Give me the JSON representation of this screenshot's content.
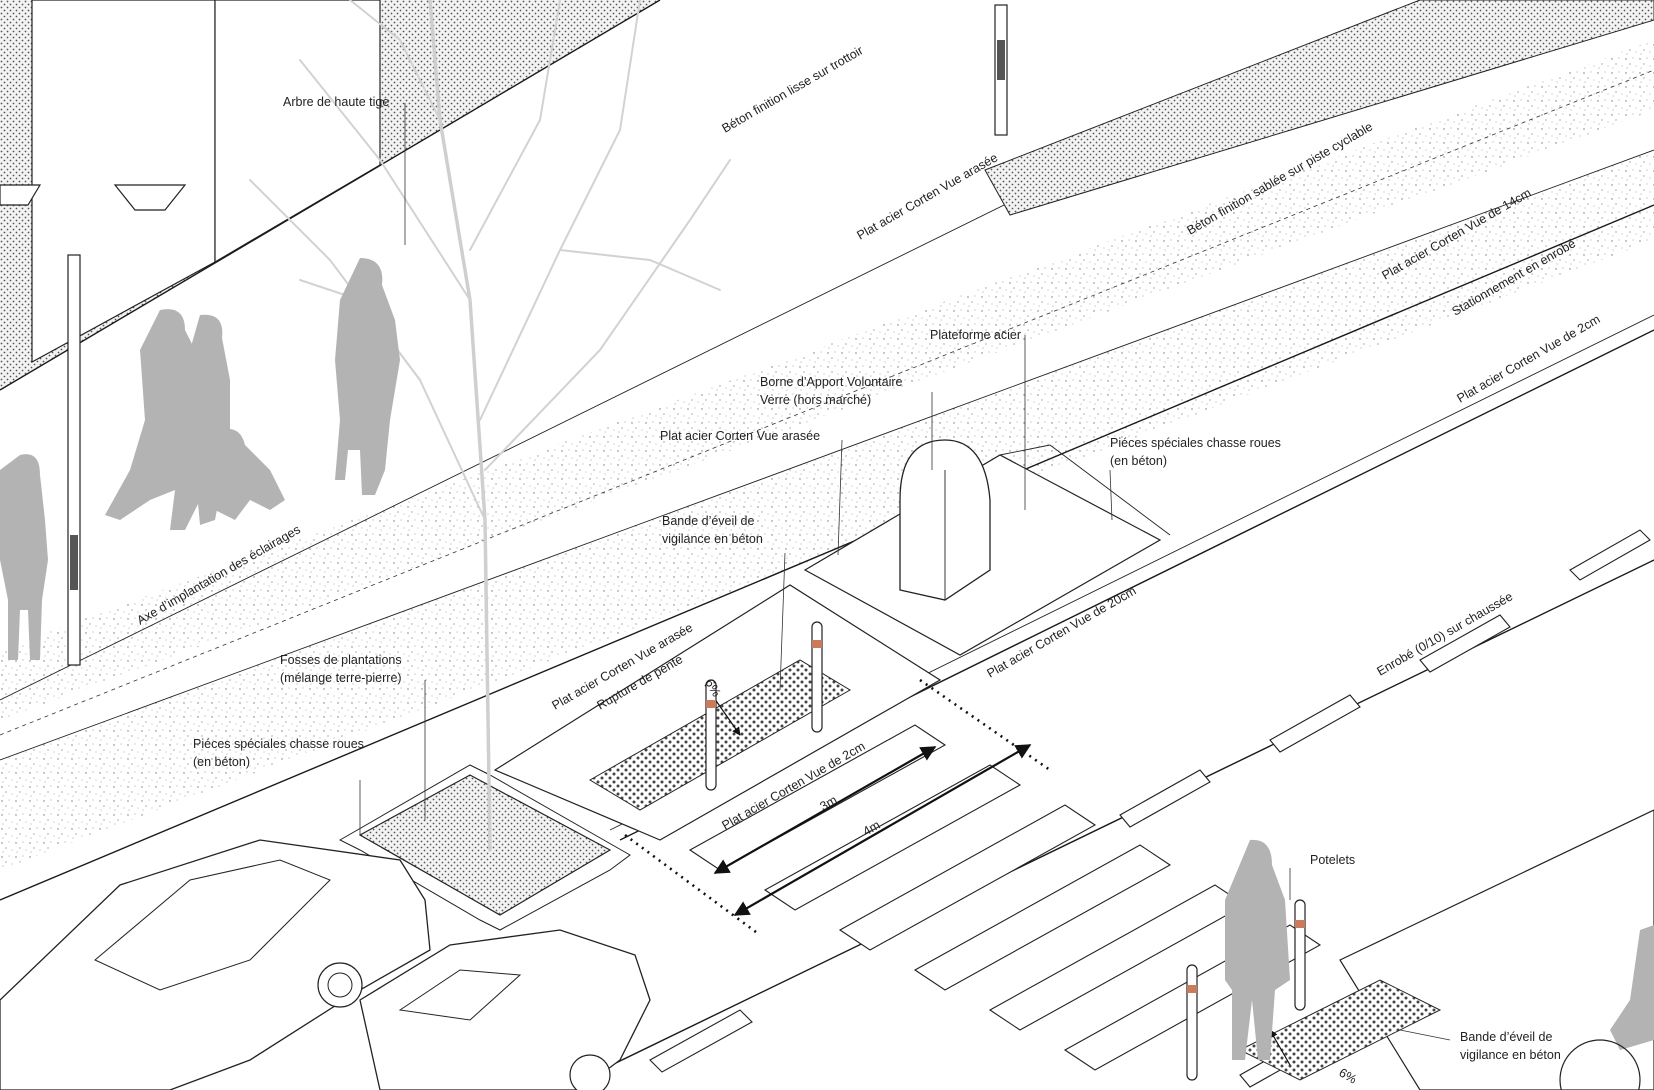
{
  "labels": {
    "arbre": "Arbre de haute tige",
    "beton_trottoir": "Béton finition lisse sur trottoir",
    "plat_arasee_top": "Plat acier Corten Vue arasée",
    "beton_piste": "Béton finition sablée sur piste cyclable",
    "plat_14": "Plat acier Corten Vue de 14cm",
    "stationnement": "Stationnement en enrobé",
    "plat_2_right": "Plat acier Corten Vue de 2cm",
    "plateforme": "Plateforme acier",
    "borne_1": "Borne d’Apport Volontaire",
    "borne_2": "Verre (hors marché)",
    "plat_arasee_mid": "Plat acier Corten Vue arasée",
    "pieces_right_1": "Piéces spéciales chasse roues",
    "pieces_right_2": "(en béton)",
    "bande_mid_1": "Bande d’éveil de",
    "bande_mid_2": "vigilance en béton",
    "axe": "Axe d’implantation des éclairages",
    "plat_20": "Plat acier Corten Vue de 20cm",
    "enrobe": "Enrobé (0/10) sur chaussée",
    "fosses_1": "Fosses de plantations",
    "fosses_2": "(mélange terre-pierre)",
    "plat_arasee_low": "Plat acier Corten Vue arasée",
    "rupture": "Rupture de pente",
    "pct_mid": "6%",
    "pieces_left_1": "Piéces spéciales chasse roues",
    "pieces_left_2": "(en béton)",
    "plat_2_mid": "Plat acier Corten Vue de 2cm",
    "dim_3m": "3m",
    "dim_4m": "4m",
    "potelets": "Potelets",
    "bande_right_1": "Bande d’éveil de",
    "bande_right_2": "vigilance en béton",
    "pct_right": "6%"
  }
}
